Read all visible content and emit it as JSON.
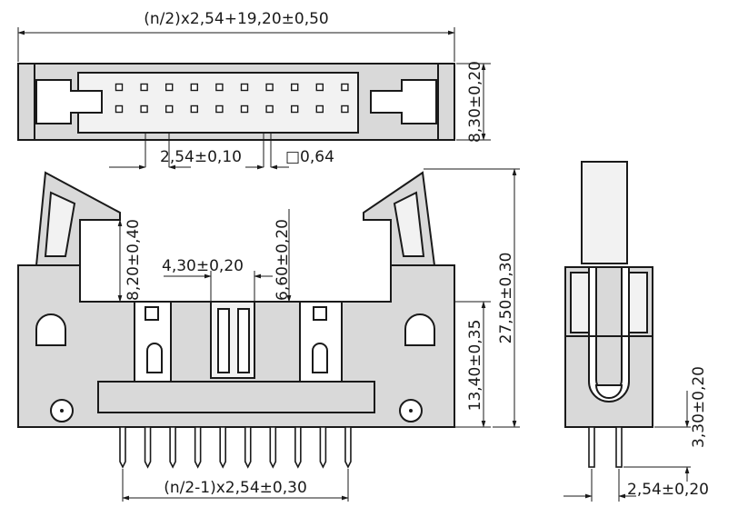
{
  "dimensions": {
    "overall_length": "(n/2)x2,54+19,20±0,50",
    "top_height": "8,30±0,20",
    "pitch": "2,54±0,10",
    "pin_square": "□0,64",
    "latch_depth": "8,20±0,40",
    "key_width": "4,30±0,20",
    "key_depth": "6,60±0,20",
    "total_height": "27,50±0,30",
    "body_height": "13,40±0,35",
    "pin_row_span": "(n/2-1)x2,54±0,30",
    "side_tail": "3,30±0,20",
    "row_pitch": "2,54±0,20"
  }
}
